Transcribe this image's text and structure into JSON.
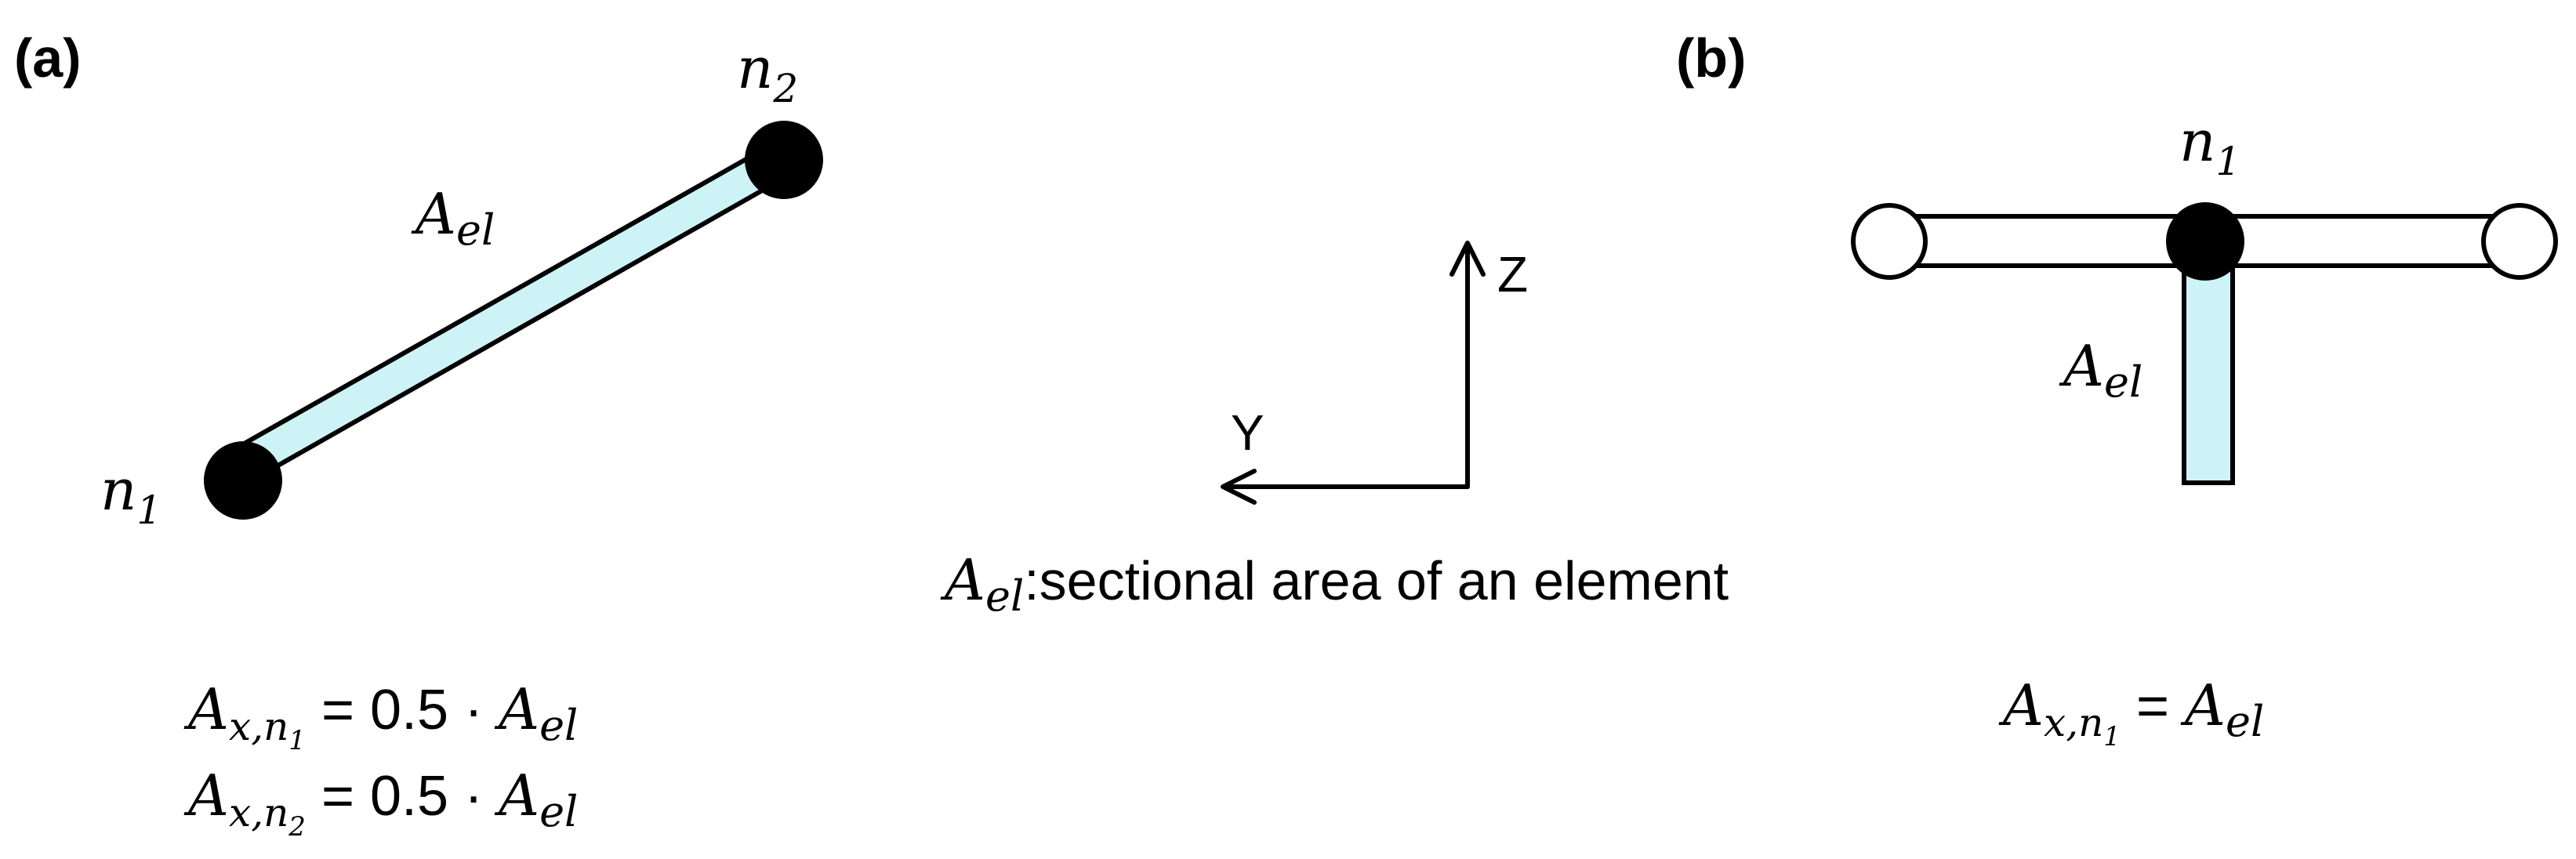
{
  "panel_a": {
    "label": "(a)",
    "node_start": {
      "symbol": "n",
      "subscript": "1"
    },
    "node_end": {
      "symbol": "n",
      "subscript": "2"
    },
    "element_area": {
      "symbol": "A",
      "subscript": "el"
    },
    "equation_1": {
      "lhs_symbol": "A",
      "lhs_sub_a": "x,n",
      "lhs_sub_b": "1",
      "rhs_text": "= 0.5 · ",
      "rhs_symbol": "A",
      "rhs_sub": "el"
    },
    "equation_2": {
      "lhs_symbol": "A",
      "lhs_sub_a": "x,n",
      "lhs_sub_b": "2",
      "rhs_text": "= 0.5 · ",
      "rhs_symbol": "A",
      "rhs_sub": "el"
    }
  },
  "axes": {
    "vertical_label": "Z",
    "horizontal_label": "Y"
  },
  "definition": {
    "symbol": "A",
    "subscript": "el",
    "text": ":sectional area of an element"
  },
  "panel_b": {
    "label": "(b)",
    "node_center": {
      "symbol": "n",
      "subscript": "1"
    },
    "element_area": {
      "symbol": "A",
      "subscript": "el"
    },
    "equation": {
      "lhs_symbol": "A",
      "lhs_sub_a": "x,n",
      "lhs_sub_b": "1",
      "rhs_text": "= ",
      "rhs_symbol": "A",
      "rhs_sub": "el"
    }
  },
  "colors": {
    "element_fill": "#cdf3f7",
    "stroke": "#000000",
    "node_fill": "#000000",
    "open_node_fill": "#ffffff"
  }
}
